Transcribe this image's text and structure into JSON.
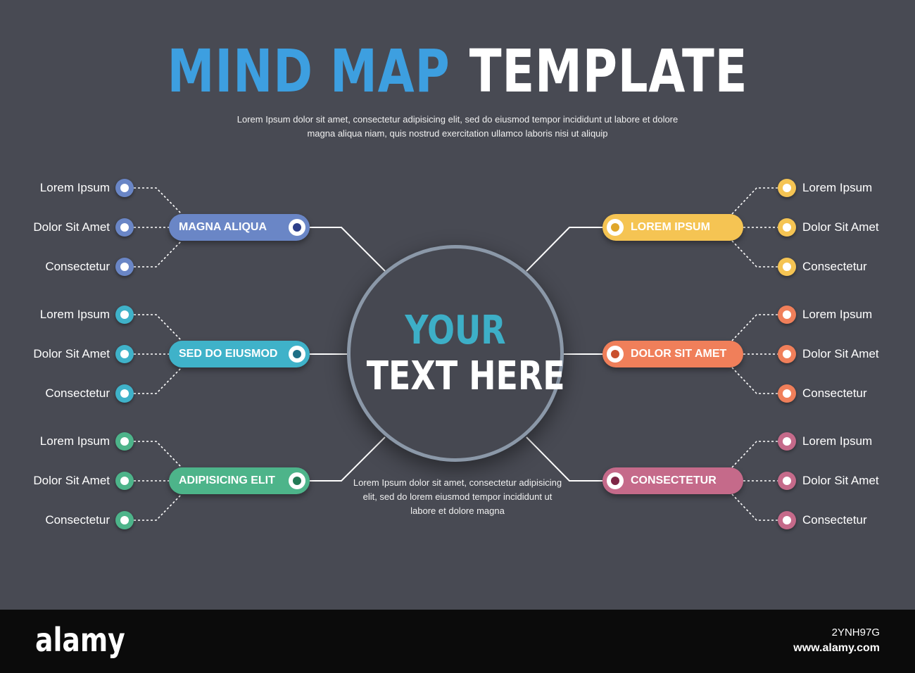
{
  "title": {
    "part1": "MIND MAP",
    "part2": "TEMPLATE"
  },
  "subtitle": "Lorem Ipsum dolor sit amet, consectetur adipisicing elit, sed do eiusmod tempor incididunt ut labore et dolore magna aliqua niam, quis nostrud exercitation ullamco laboris nisi ut aliquip",
  "center": {
    "line1": "YOUR",
    "line2": "TEXT HERE",
    "note": "Lorem Ipsum dolor sit amet, consectetur adipisicing elit, sed do lorem eiusmod tempor incididunt ut labore et dolore magna"
  },
  "branches": [
    {
      "label": "MAGNA ALIQUA",
      "color": "#6a86c6",
      "dark": "#2e3f8a",
      "side": "left",
      "items": [
        "Lorem Ipsum",
        "Dolor Sit Amet",
        "Consectetur"
      ]
    },
    {
      "label": "SED DO EIUSMOD",
      "color": "#3fb2c9",
      "dark": "#1f6f86",
      "side": "left",
      "items": [
        "Lorem Ipsum",
        "Dolor Sit Amet",
        "Consectetur"
      ]
    },
    {
      "label": "ADIPISICING ELIT",
      "color": "#4db48a",
      "dark": "#237a56",
      "side": "left",
      "items": [
        "Lorem Ipsum",
        "Dolor Sit Amet",
        "Consectetur"
      ]
    },
    {
      "label": "LOREM IPSUM",
      "color": "#f5c453",
      "dark": "#e0a72a",
      "side": "right",
      "items": [
        "Lorem Ipsum",
        "Dolor Sit Amet",
        "Consectetur"
      ]
    },
    {
      "label": "DOLOR SIT AMET",
      "color": "#f07f5a",
      "dark": "#c9502e",
      "side": "right",
      "items": [
        "Lorem Ipsum",
        "Dolor Sit Amet",
        "Consectetur"
      ]
    },
    {
      "label": "CONSECTETUR",
      "color": "#c56a8a",
      "dark": "#7e2646",
      "side": "right",
      "items": [
        "Lorem Ipsum",
        "Dolor Sit Amet",
        "Consectetur"
      ]
    }
  ],
  "footer": {
    "brand": "alamy",
    "image_id": "2YNH97G",
    "url": "www.alamy.com"
  }
}
